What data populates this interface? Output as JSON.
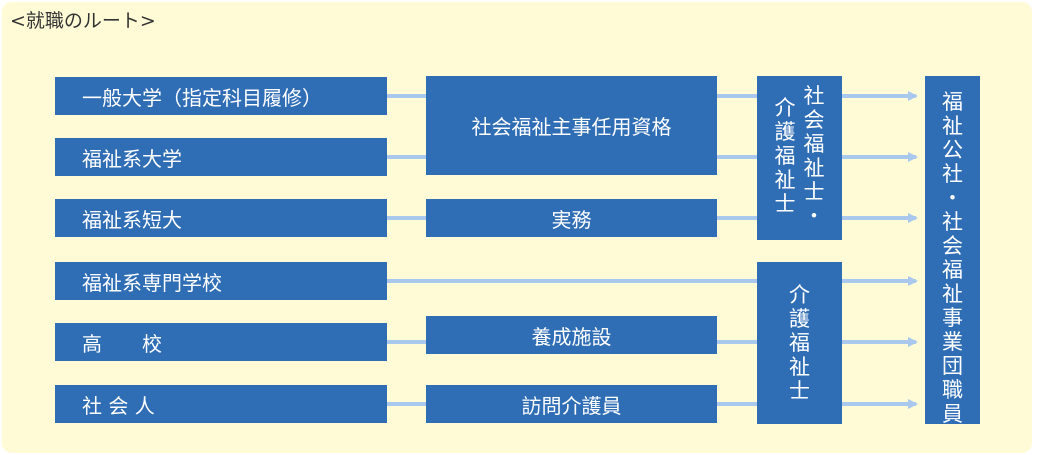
{
  "title": "<就職のルート>",
  "sources": [
    "一般大学（指定科目履修）",
    "福祉系大学",
    "福祉系短大",
    "福祉系専門学校",
    "高　　校",
    "社 会 人"
  ],
  "intermediates": {
    "qualification": "社会福祉主事任用資格",
    "practice": "実務",
    "training": "養成施設",
    "home_helper": "訪問介護員"
  },
  "certifications": {
    "col1": "介護福祉士",
    "col2": "社会福祉士・",
    "care_worker": "介護福祉士"
  },
  "destination": "福祉公社・社会福祉事業団職員",
  "colors": {
    "box": "#2f6db5",
    "line": "#a9c8ee",
    "panel": "#fffbd7"
  }
}
